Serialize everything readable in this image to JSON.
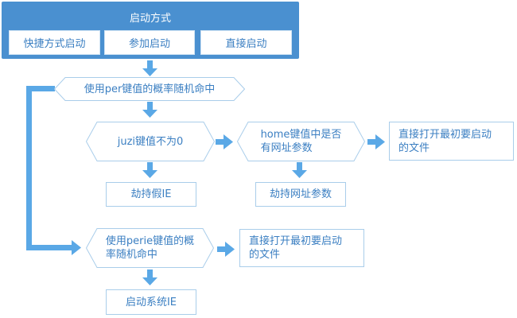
{
  "header": {
    "title": "启动方式",
    "options": [
      "快捷方式启动",
      "参加启动",
      "直接启动"
    ]
  },
  "decisions": {
    "per_prob": "使用per键值的概率随机命中",
    "juzi_nonzero": "juzi键值不为0",
    "home_has_params": [
      "home键值中是否",
      "有网址参数"
    ],
    "perie_prob": [
      "使用perie键值的概",
      "率随机命中"
    ]
  },
  "actions": {
    "hijack_fake_ie": "劫持假IE",
    "hijack_url_params": "劫持网址参数",
    "open_first_file_1": [
      "直接打开最初要启动",
      "的文件"
    ],
    "open_first_file_2": [
      "直接打开最初要启动",
      "的文件"
    ],
    "launch_system_ie": "启动系统IE"
  },
  "colors": {
    "header_bg": "#4a90d0",
    "connector": "#5aa8e6",
    "box_border": "#a9cdea",
    "text": "#3b7fc2"
  }
}
